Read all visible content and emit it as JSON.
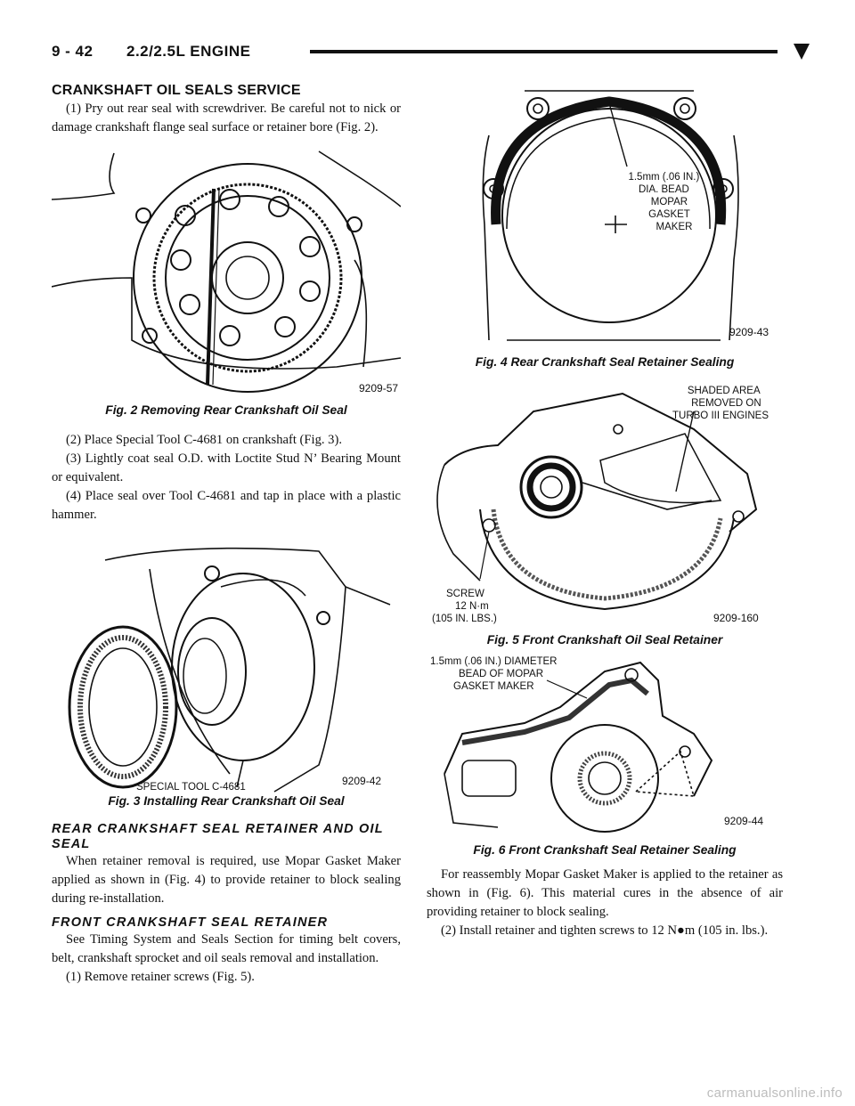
{
  "header": {
    "page_number": "9 - 42",
    "title": "2.2/2.5L ENGINE"
  },
  "left": {
    "section_title": "CRANKSHAFT OIL SEALS SERVICE",
    "p1": "(1) Pry out rear seal with screwdriver. Be careful not to nick or damage crankshaft flange seal surface or retainer bore (Fig. 2).",
    "fig2": {
      "code": "9209-57",
      "caption": "Fig. 2 Removing Rear Crankshaft Oil Seal"
    },
    "p2": "(2) Place Special Tool C-4681 on crankshaft (Fig. 3).",
    "p3": "(3) Lightly coat seal O.D. with Loctite Stud N’ Bearing Mount or equivalent.",
    "p4": "(4) Place seal over Tool C-4681 and tap in place with a plastic hammer.",
    "fig3": {
      "code": "9209-42",
      "label_tool": "SPECIAL TOOL C-4681",
      "caption": "Fig. 3 Installing Rear Crankshaft Oil Seal"
    },
    "sub1": "REAR CRANKSHAFT SEAL RETAINER AND OIL SEAL",
    "p5": "When retainer removal is required, use Mopar Gasket Maker applied as shown in (Fig. 4) to provide retainer to block sealing during re-installation.",
    "sub2": "FRONT CRANKSHAFT SEAL RETAINER",
    "p6": "See Timing System and Seals Section for timing belt covers, belt, crankshaft sprocket and oil seals removal and installation.",
    "p7": "(1) Remove retainer screws (Fig. 5)."
  },
  "right": {
    "fig4": {
      "code": "9209-43",
      "label_lines": [
        "1.5mm (.06 IN.)",
        "DIA. BEAD",
        "MOPAR",
        "GASKET",
        "MAKER"
      ],
      "caption": "Fig. 4 Rear Crankshaft Seal Retainer Sealing"
    },
    "fig5": {
      "code": "9209-160",
      "label_shaded": [
        "SHADED AREA",
        "REMOVED ON",
        "TURBO III ENGINES"
      ],
      "label_screw": [
        "SCREW",
        "12 N·m",
        "(105 IN. LBS.)"
      ],
      "caption": "Fig. 5 Front Crankshaft Oil Seal Retainer"
    },
    "fig6": {
      "code": "9209-44",
      "label_lines": [
        "1.5mm (.06 IN.) DIAMETER",
        "BEAD OF MOPAR",
        "GASKET MAKER"
      ],
      "caption": "Fig. 6 Front Crankshaft Seal Retainer Sealing"
    },
    "p8": "For reassembly Mopar Gasket Maker is applied to the retainer as shown in (Fig. 6). This material cures in the absence of air providing retainer to block sealing.",
    "p9": "(2) Install retainer and tighten screws to 12 N●m (105 in. lbs.)."
  },
  "watermark": "carmanualsonline.info"
}
